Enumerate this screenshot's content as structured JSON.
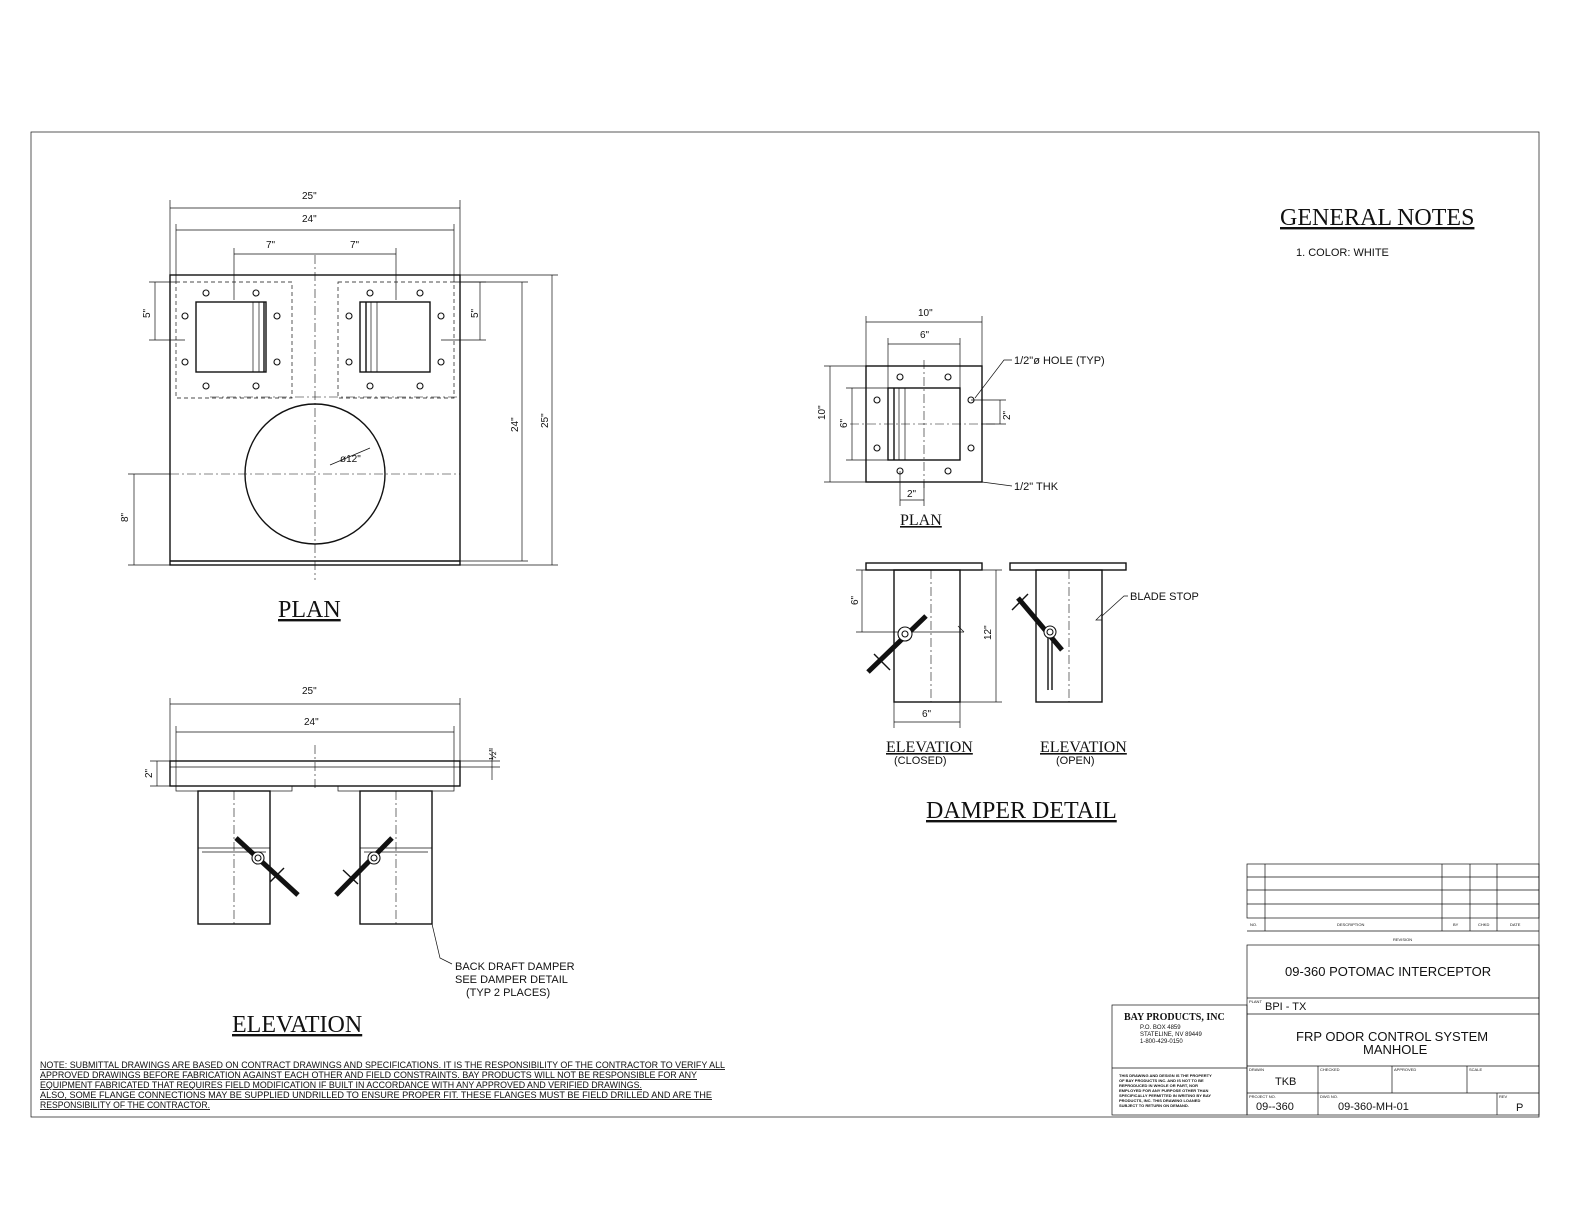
{
  "general_notes": {
    "title": "GENERAL NOTES",
    "items": [
      "1. COLOR: WHITE"
    ]
  },
  "plan_view": {
    "title": "PLAN",
    "dims": {
      "overall_width": "25\"",
      "inner_width": "24\"",
      "left_offset": "7\"",
      "right_offset": "7\"",
      "left_port": "5\"",
      "right_port": "5\"",
      "inner_height": "24\"",
      "overall_height": "25\"",
      "hole_offset": "8\"",
      "hole_diameter": "ø12\""
    }
  },
  "elevation_view": {
    "title": "ELEVATION",
    "dims": {
      "overall_width": "25\"",
      "inner_width": "24\"",
      "height": "2\"",
      "thickness": "½\""
    },
    "callout": [
      "BACK DRAFT DAMPER",
      "SEE DAMPER DETAIL",
      "(TYP 2 PLACES)"
    ]
  },
  "damper_detail": {
    "title": "DAMPER DETAIL",
    "plan": {
      "title": "PLAN",
      "dims": {
        "width_outer": "10\"",
        "width_inner": "6\"",
        "height_outer": "10\"",
        "height_inner": "6\"",
        "bolt_spacing": "2\"",
        "bottom_spacing": "2\""
      },
      "hole_callout": "1/2\"ø HOLE (TYP)",
      "thickness_callout": "1/2\" THK"
    },
    "elevation_closed": {
      "title": "ELEVATION",
      "subtitle": "(CLOSED)",
      "dims": {
        "pivot": "6\"",
        "height": "12\"",
        "width": "6\""
      }
    },
    "elevation_open": {
      "title": "ELEVATION",
      "subtitle": "(OPEN)",
      "callout": "BLADE STOP"
    }
  },
  "submittal_note": [
    "NOTE: SUBMITTAL DRAWINGS ARE BASED ON CONTRACT DRAWINGS AND SPECIFICATIONS. IT IS THE RESPONSIBILITY OF THE CONTRACTOR TO VERIFY ALL",
    "APPROVED DRAWINGS BEFORE FABRICATION AGAINST EACH OTHER AND FIELD CONSTRAINTS. BAY PRODUCTS WILL NOT BE RESPONSIBLE FOR ANY",
    "EQUIPMENT FABRICATED THAT REQUIRES FIELD MODIFICATION IF BUILT IN ACCORDANCE WITH ANY APPROVED AND VERIFIED DRAWINGS.",
    "ALSO, SOME FLANGE CONNECTIONS MAY BE SUPPLIED UNDRILLED TO ENSURE PROPER FIT. THESE FLANGES MUST BE FIELD DRILLED AND ARE THE",
    "RESPONSIBILITY OF THE CONTRACTOR."
  ],
  "title_block": {
    "company": {
      "name": "BAY PRODUCTS, INC",
      "address": [
        "P.O. BOX 4859",
        "STATELINE, NV 89449",
        "1-800-429-0150"
      ]
    },
    "proprietary_notice": [
      "THIS DRAWING AND DESIGN IS THE PROPERTY",
      "OF BAY PRODUCTS INC. AND IS NOT TO BE",
      "REPRODUCED IN WHOLE OR PART, NOR",
      "EMPLOYED FOR ANY PURPOSE OTHER THAN",
      "SPECIFICALLY PERMITTED IN WRITING BY BAY",
      "PRODUCTS, INC. THIS DRAWING LOANED",
      "SUBJECT TO RETURN ON DEMAND."
    ],
    "revision_headers": [
      "NO.",
      "DESCRIPTION",
      "BY",
      "CHKD",
      "DATE"
    ],
    "revision_label": "REVISION",
    "project_title": "09-360 POTOMAC INTERCEPTOR",
    "plant_label": "PLANT",
    "plant": "BPI - TX",
    "drawing_title": [
      "FRP ODOR CONTROL SYSTEM",
      "MANHOLE"
    ],
    "drawn_label": "DRAWN",
    "drawn": "TKB",
    "checked_label": "CHECKED",
    "approved_label": "APPROVED",
    "scale_label": "SCALE",
    "project_no_label": "PROJECT NO.",
    "project_no": "09--360",
    "dwg_no_label": "DWG NO.",
    "dwg_no": "09-360-MH-01",
    "rev_label": "REV",
    "rev": "P"
  }
}
